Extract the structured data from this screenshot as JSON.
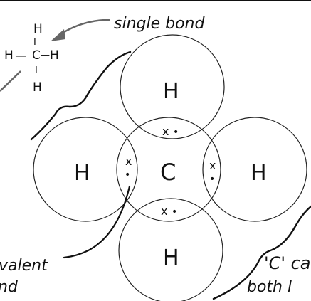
{
  "structural_formula": {
    "center_atom": "C",
    "top": "H",
    "left": "H",
    "right": "H",
    "bottom": "H",
    "bond_top": "I",
    "bond_left": "—",
    "bond_right": "—",
    "bond_bottom": "I"
  },
  "labels": {
    "single_bond": "single bond",
    "covalent_bond_line1": "valent",
    "covalent_bond_line2": "nd",
    "right_note_line1": "'C' ca",
    "right_note_line2": "both l"
  },
  "dot_cross": {
    "center_atom": "C",
    "outer_atoms": [
      "H",
      "H",
      "H",
      "H"
    ],
    "shared_pair_cross": "x",
    "shared_pair_dot": "•"
  }
}
